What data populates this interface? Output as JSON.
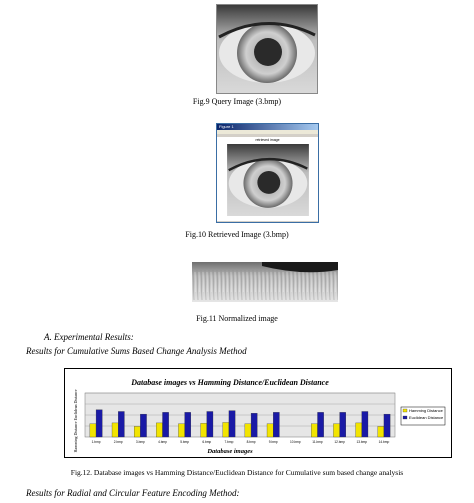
{
  "figures": {
    "fig9_caption": "Fig.9 Query Image (3.bmp)",
    "fig10_caption": "Fig.10 Retrieved Image (3.bmp)",
    "fig10_window_title": "Figure 1",
    "fig10_inner_title": "retrieved image",
    "fig11_caption": "Fig.11 Normalized image",
    "fig12_caption": "Fig.12. Database images vs Hamming Distance/Euclidean Distance for Cumulative sum based change analysis"
  },
  "sections": {
    "experimental": "A.     Experimental Results:",
    "cumulative": "Results for Cumulative Sums Based Change Analysis Method",
    "radial": "Results for Radial and Circular Feature Encoding Method:"
  },
  "chart_data": {
    "type": "bar",
    "title": "Database images  vs  Hamming Distance/Euclidean Distance",
    "xlabel": "Database images",
    "ylabel": "Hamming Distance Euclidean Distance",
    "categories": [
      "1.bmp",
      "2.bmp",
      "3.bmp",
      "4.bmp",
      "5.bmp",
      "6.bmp",
      "7.bmp",
      "8.bmp",
      "9.bmp",
      "10.bmp",
      "11.bmp",
      "12.bmp",
      "13.bmp",
      "14.bmp"
    ],
    "ylim": [
      0,
      1
    ],
    "grid": true,
    "legend": "right",
    "series": [
      {
        "name": "Hamming Distance",
        "color": "#f2e400",
        "values": [
          0.3,
          0.32,
          0.24,
          0.32,
          0.3,
          0.31,
          0.33,
          0.3,
          0.3,
          0.0,
          0.3,
          0.3,
          0.32,
          0.24
        ]
      },
      {
        "name": "Euclidean Distance",
        "color": "#1a1aa6",
        "values": [
          0.62,
          0.58,
          0.52,
          0.56,
          0.56,
          0.58,
          0.6,
          0.54,
          0.56,
          0.0,
          0.56,
          0.56,
          0.58,
          0.52
        ]
      }
    ]
  }
}
